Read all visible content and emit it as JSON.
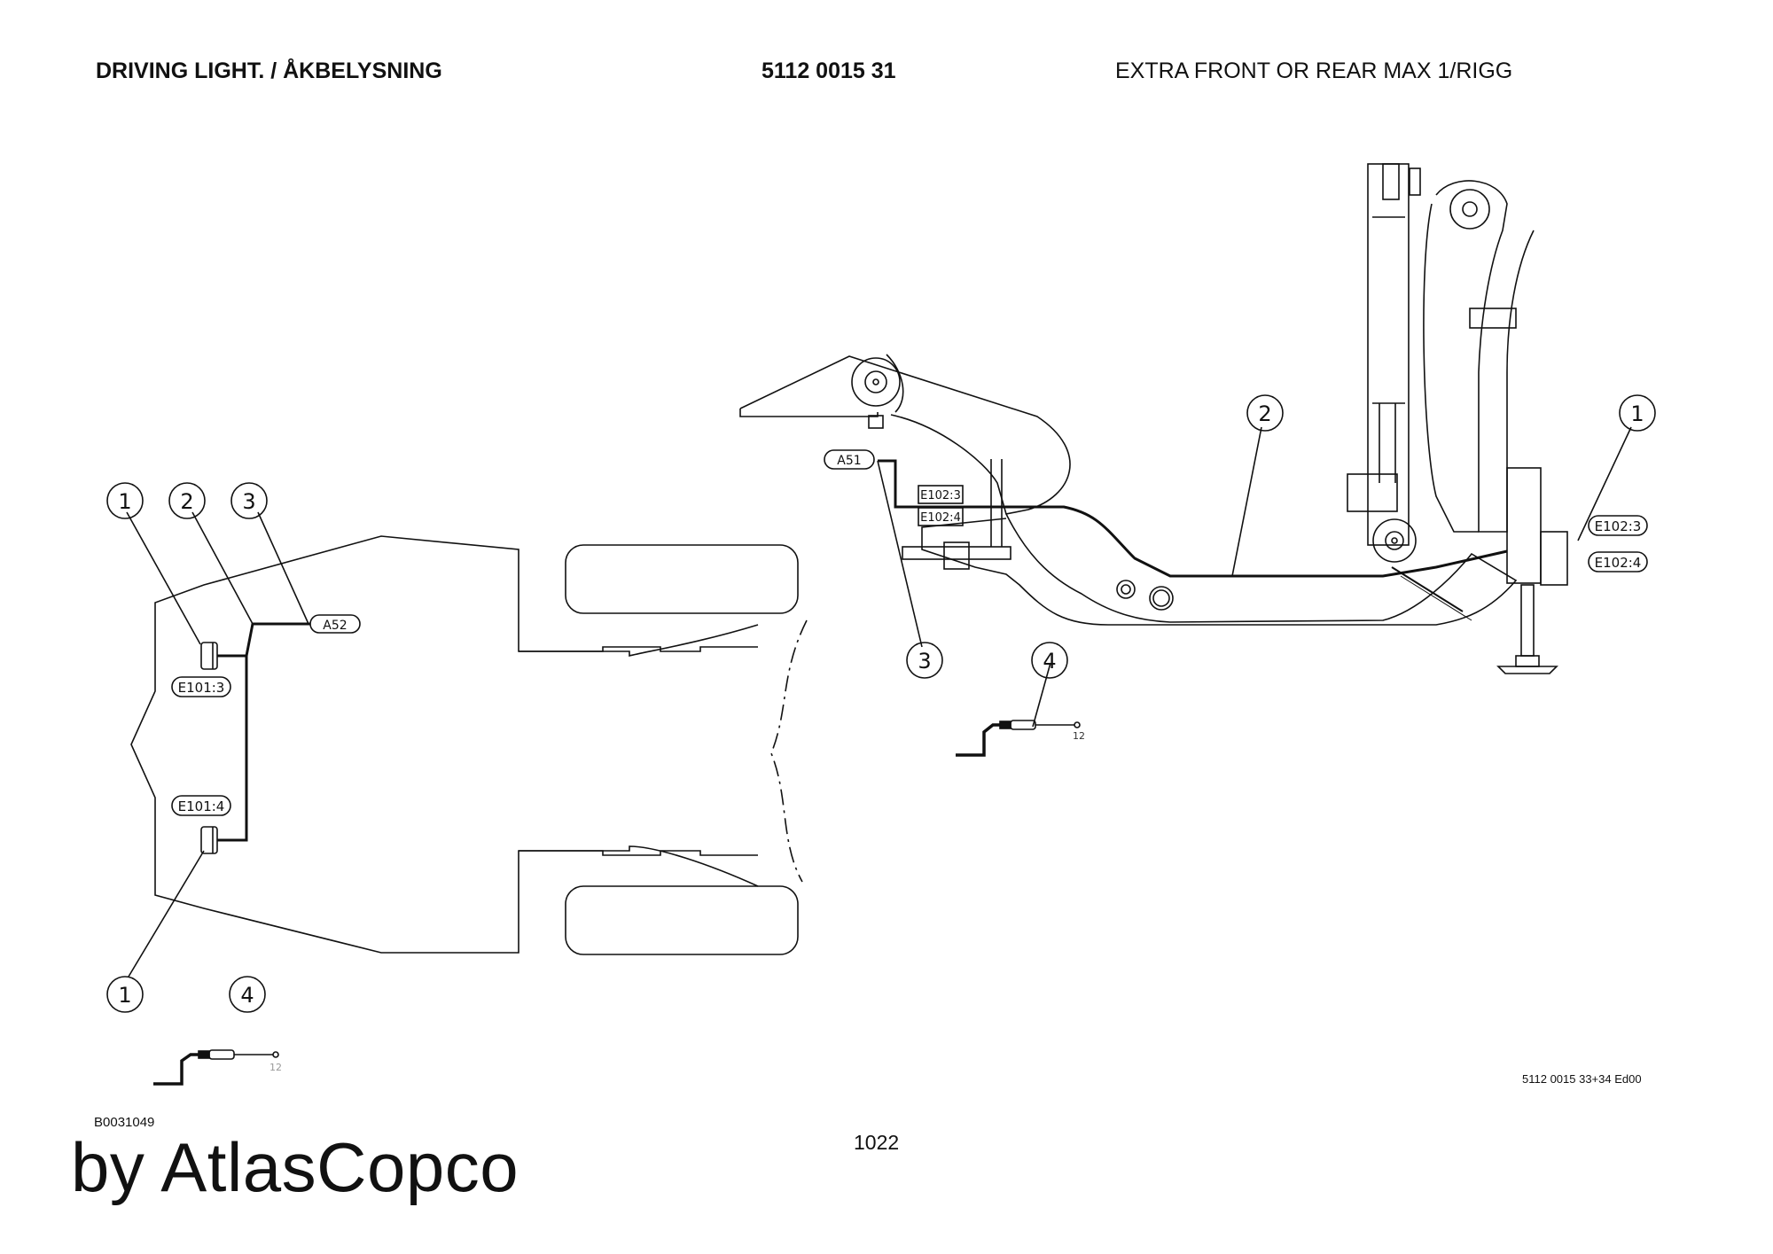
{
  "header": {
    "title": "DRIVING LIGHT. / ÅKBELYSNING",
    "part_number": "5112 0015 31",
    "description": "EXTRA FRONT OR REAR MAX 1/RIGG"
  },
  "left_view": {
    "balloons": [
      "1",
      "2",
      "3",
      "1",
      "4"
    ],
    "connectors": [
      "A52",
      "E101:3",
      "E101:4"
    ],
    "detail_label": "12"
  },
  "right_view": {
    "balloons": [
      "2",
      "1",
      "3",
      "4"
    ],
    "connectors": [
      "A51",
      "E102:3",
      "E102:4",
      "E102:3",
      "E102:4"
    ],
    "detail_label": "12"
  },
  "footer": {
    "drawing_ref": "B0031049",
    "edition_ref": "5112 0015 33+34 Ed00",
    "page_number": "1022",
    "brand": "by AtlasCopco"
  }
}
